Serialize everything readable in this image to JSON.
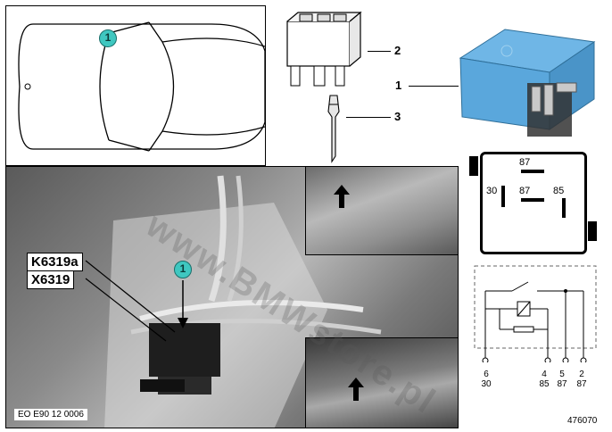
{
  "callouts": {
    "one": "1",
    "two": "2",
    "three": "3"
  },
  "car_panel": {
    "badge": "1"
  },
  "photo": {
    "badge": "1",
    "label_relay": "K6319a",
    "label_connector": "X6319",
    "caption": "EO E90 12 0006"
  },
  "relay_pins": {
    "p87_top": "87",
    "p30": "30",
    "p87_mid": "87",
    "p85": "85"
  },
  "schematic": {
    "pins": [
      {
        "num": "6",
        "term": "30"
      },
      {
        "num": "4",
        "term": "85"
      },
      {
        "num": "5",
        "term": "87"
      },
      {
        "num": "2",
        "term": "87"
      }
    ]
  },
  "watermark": "www.BMWstore.pl",
  "figure_number": "476070",
  "colors": {
    "relay_body": "#5aa7dc",
    "badge": "#3fc7c0"
  },
  "icons": [
    "car-outline-icon",
    "arrow-down-icon",
    "relay-icon",
    "connector-housing-icon",
    "terminal-pin-icon"
  ]
}
